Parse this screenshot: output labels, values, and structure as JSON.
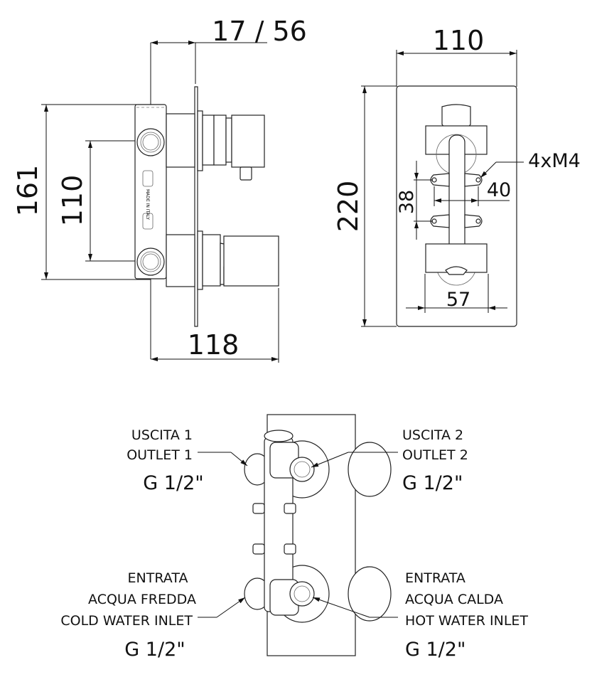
{
  "side_view": {
    "dim_depth": "17 / 56",
    "dim_height_total": "161",
    "dim_inlet_spacing": "110",
    "dim_length": "118",
    "stamp": "MADE IN ITALY"
  },
  "front_view": {
    "dim_width": "110",
    "dim_height": "220",
    "dim_screws": "4xM4",
    "dim_screw_h": "40",
    "dim_screw_v": "38",
    "dim_knob_width": "57"
  },
  "connections": {
    "outlet1": {
      "line1": "USCITA 1",
      "line2": "OUTLET 1",
      "thread": "G 1/2\""
    },
    "outlet2": {
      "line1": "USCITA 2",
      "line2": "OUTLET 2",
      "thread": "G 1/2\""
    },
    "cold": {
      "line1": "ENTRATA",
      "line2": "ACQUA FREDDA",
      "line3": "COLD WATER INLET",
      "thread": "G 1/2\""
    },
    "hot": {
      "line1": "ENTRATA",
      "line2": "ACQUA CALDA",
      "line3": "HOT WATER INLET",
      "thread": "G 1/2\""
    }
  }
}
